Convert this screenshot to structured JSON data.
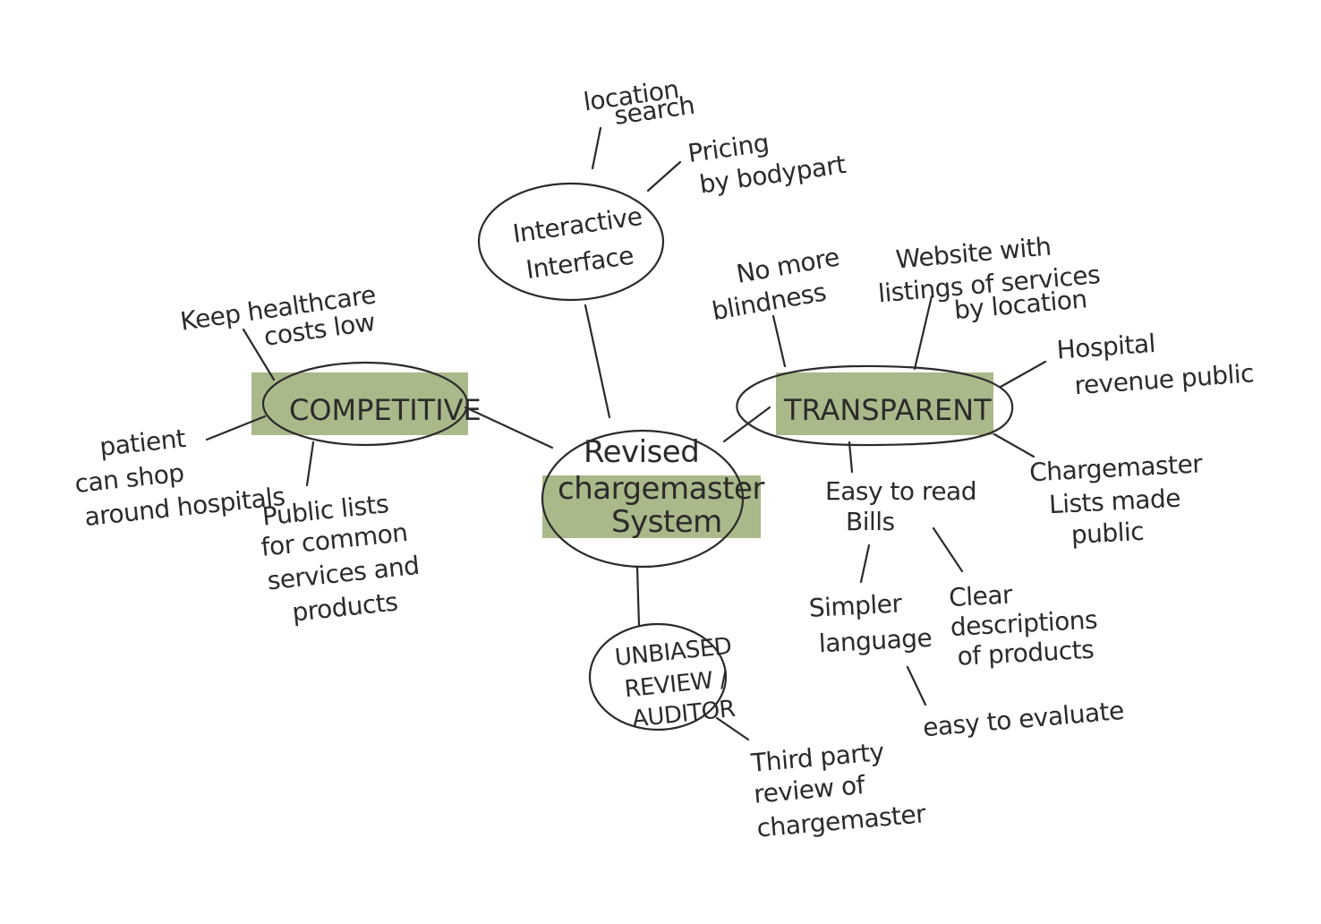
{
  "highlight_color": "#a9b98a",
  "ink_color": "#2b2b2b",
  "center": {
    "lines": [
      "Revised",
      "chargemaster",
      "System"
    ]
  },
  "interactive": {
    "lines": [
      "Interactive",
      "Interface"
    ]
  },
  "location": {
    "lines": [
      "location",
      "search"
    ]
  },
  "pricing": {
    "lines": [
      "Pricing",
      "by bodypart"
    ]
  },
  "competitive": {
    "label": "COMPETITIVE"
  },
  "keep": {
    "lines": [
      "Keep healthcare",
      "costs low"
    ]
  },
  "patient": {
    "lines": [
      "patient",
      "can shop",
      "around hospitals"
    ]
  },
  "public_lists": {
    "lines": [
      "Public lists",
      "for common",
      "services and",
      "products"
    ]
  },
  "transparent": {
    "label": "TRANSPARENT"
  },
  "nomore": {
    "lines": [
      "No more",
      "blindness"
    ]
  },
  "website": {
    "lines": [
      "Website with",
      "listings of services",
      "by location"
    ]
  },
  "hospital": {
    "lines": [
      "Hospital",
      "revenue public"
    ]
  },
  "chargemaster_lists": {
    "lines": [
      "Chargemaster",
      "Lists made",
      "public"
    ]
  },
  "easy": {
    "lines": [
      "Easy to read",
      "Bills"
    ]
  },
  "simpler": {
    "lines": [
      "Simpler",
      "language"
    ]
  },
  "clear": {
    "lines": [
      "Clear",
      "descriptions",
      "of products"
    ]
  },
  "evaluate": {
    "label": "easy to evaluate"
  },
  "unbiased": {
    "lines": [
      "UNBIASED",
      "REVIEW /",
      "AUDITOR"
    ]
  },
  "third": {
    "lines": [
      "Third party",
      "review of",
      "chargemaster"
    ]
  }
}
